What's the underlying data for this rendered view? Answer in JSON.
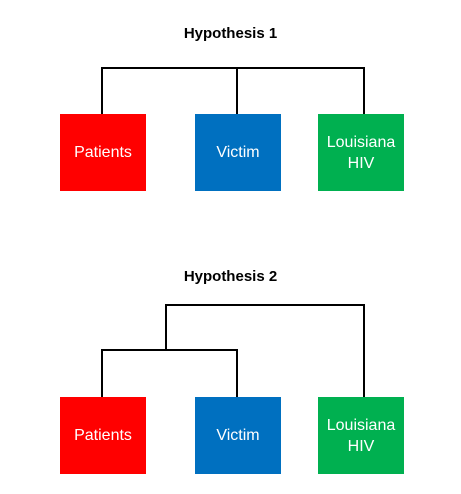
{
  "diagrams": [
    {
      "title": "Hypothesis 1",
      "nodes": [
        {
          "label": "Patients",
          "color": "#ff0000"
        },
        {
          "label": "Victim",
          "color": "#0070c0"
        },
        {
          "label": "Louisiana\nHIV",
          "color": "#00b050"
        }
      ],
      "edges": [
        [
          "root",
          "Patients"
        ],
        [
          "root",
          "Victim"
        ],
        [
          "root",
          "Louisiana HIV"
        ]
      ]
    },
    {
      "title": "Hypothesis 2",
      "nodes": [
        {
          "label": "Patients",
          "color": "#ff0000"
        },
        {
          "label": "Victim",
          "color": "#0070c0"
        },
        {
          "label": "Louisiana\nHIV",
          "color": "#00b050"
        }
      ],
      "edges": [
        [
          "root",
          "inner"
        ],
        [
          "root",
          "Louisiana HIV"
        ],
        [
          "inner",
          "Patients"
        ],
        [
          "inner",
          "Victim"
        ]
      ]
    }
  ],
  "line_color": "#000000"
}
